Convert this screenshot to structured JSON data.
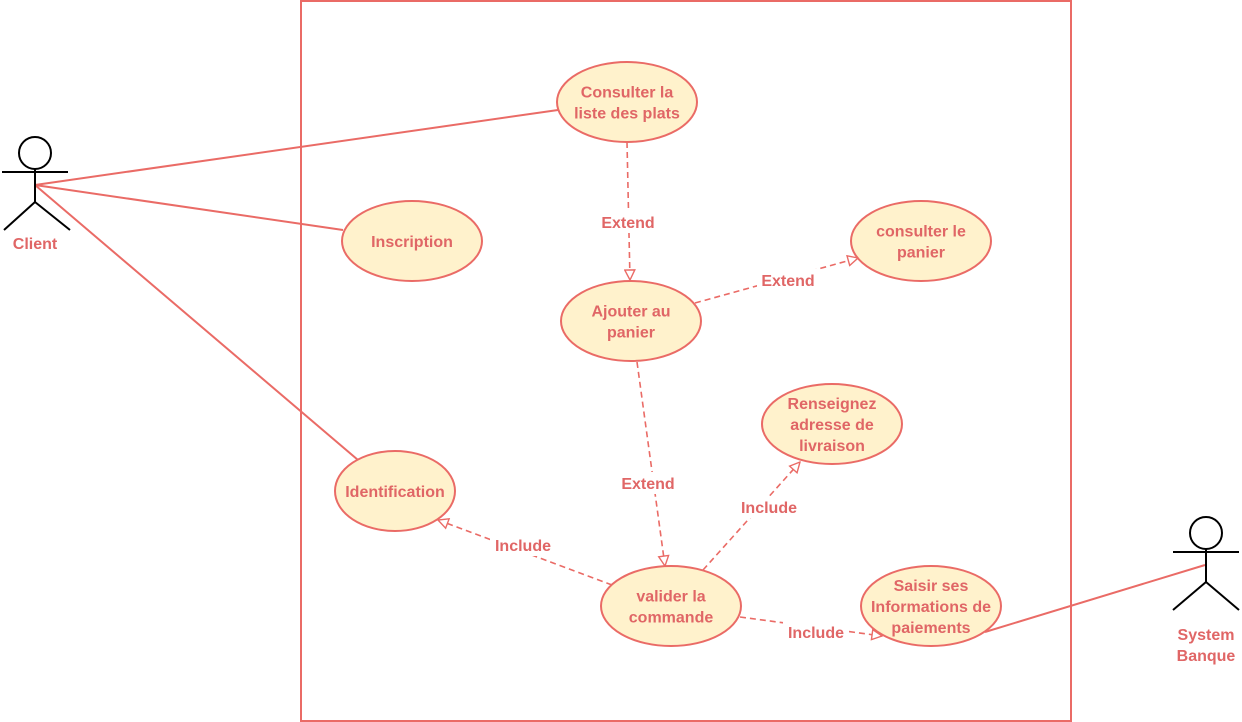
{
  "colors": {
    "stroke": "#EA6B66",
    "ellipse_fill": "#FFF2CC",
    "text": "#E06666",
    "label_bg": "#FFFFFF",
    "actor_stroke": "#000000"
  },
  "actors": {
    "client": {
      "lines": [
        "Client"
      ]
    },
    "banque": {
      "lines": [
        "System",
        "Banque"
      ]
    }
  },
  "use_cases": {
    "consulter_liste": {
      "lines": [
        "Consulter la",
        "liste des plats"
      ]
    },
    "inscription": {
      "lines": [
        "Inscription"
      ]
    },
    "consulter_panier": {
      "lines": [
        "consulter le",
        "panier"
      ]
    },
    "ajouter_panier": {
      "lines": [
        "Ajouter au",
        "panier"
      ]
    },
    "renseignez": {
      "lines": [
        "Renseignez",
        "adresse de",
        "livraison"
      ]
    },
    "identification": {
      "lines": [
        "Identification"
      ]
    },
    "valider": {
      "lines": [
        "valider la",
        "commande"
      ]
    },
    "saisir": {
      "lines": [
        "Saisir ses",
        "Informations de",
        "paiements"
      ]
    }
  },
  "relations": {
    "extend_1": "Extend",
    "extend_2": "Extend",
    "extend_3": "Extend",
    "include_1": "Include",
    "include_2": "Include",
    "include_3": "Include"
  }
}
